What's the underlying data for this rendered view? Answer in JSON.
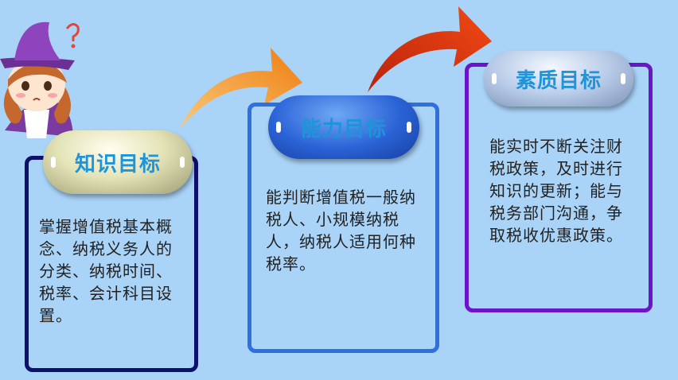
{
  "cards": [
    {
      "title": "知识目标",
      "body": "掌握增值税基本概念、纳税义务人的分类、纳税时间、税率、会计科目设置。"
    },
    {
      "title": "能力目标",
      "body": "能判断增值税一般纳税人、小规模纳税人，纳税人适用何种税率。"
    },
    {
      "title": "素质目标",
      "body": "能实时不断关注财税政策，及时进行知识的更新；能与税务部门沟通，争取税收优惠政策。"
    }
  ],
  "colors": {
    "background": "#a9d3f7",
    "card1_border": "#0f0f6e",
    "card2_border": "#2f6fe0",
    "card3_border": "#6a16c8",
    "title_text": "#1f94d8",
    "arrow1": "#f28f1d",
    "arrow2": "#e43412"
  },
  "decorations": {
    "mascot": "cartoon-girl-witch-hat-icon",
    "arrows": [
      "curved-arrow-orange",
      "curved-arrow-red"
    ]
  }
}
